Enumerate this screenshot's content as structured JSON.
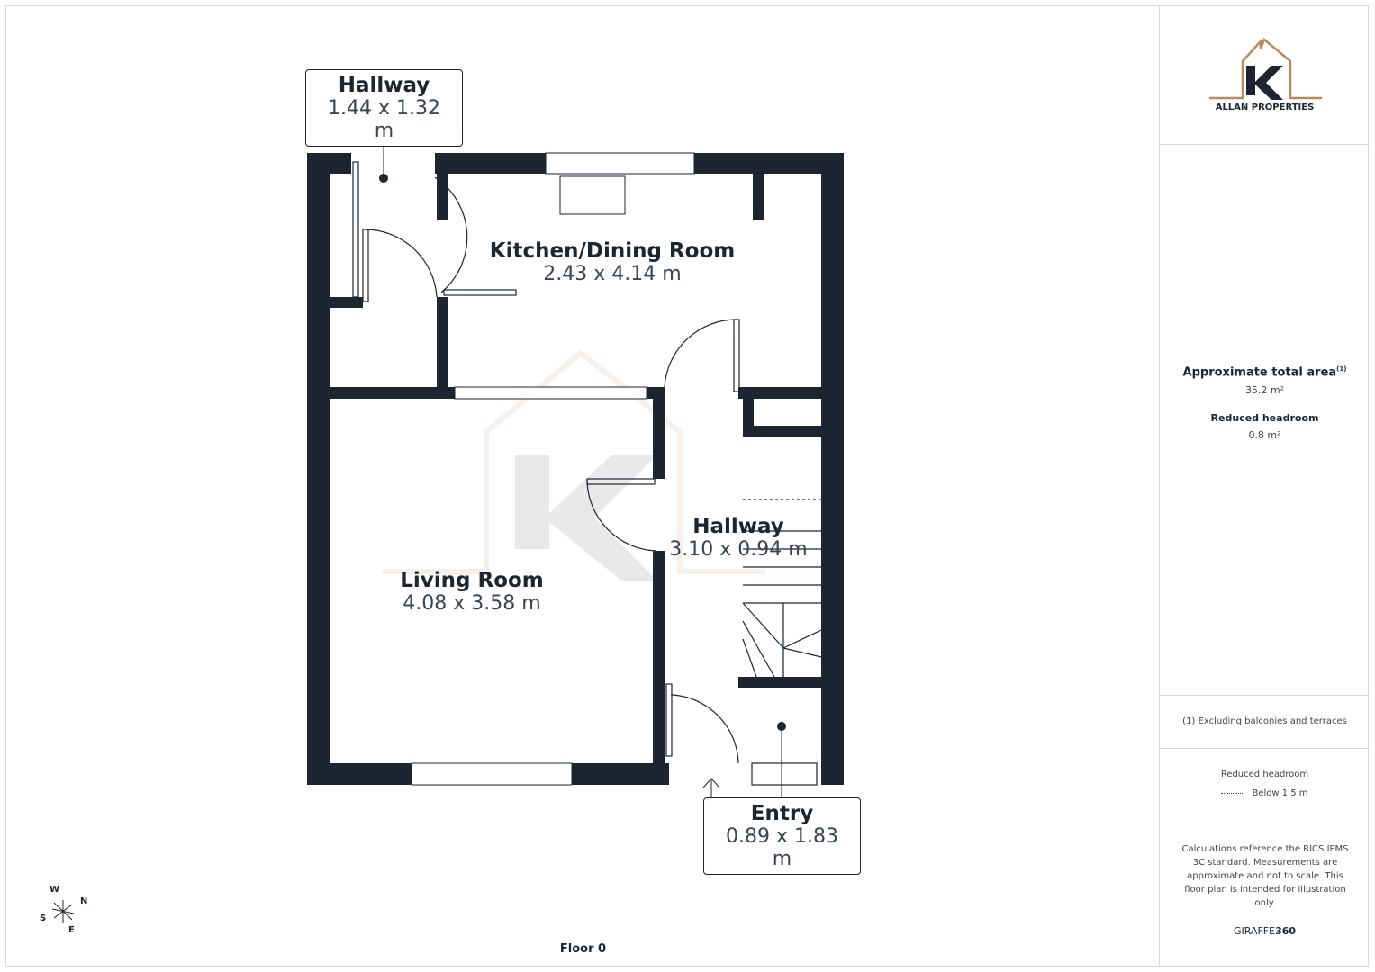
{
  "brand": {
    "name": "ALLAN PROPERTIES",
    "colors": {
      "gold": "#b88a5c",
      "dark": "#1c2530"
    }
  },
  "rooms": [
    {
      "name": "Hallway",
      "dims": "1.44 x 1.32 m"
    },
    {
      "name": "Kitchen/Dining Room",
      "dims": "2.43 x 4.14 m"
    },
    {
      "name": "Hallway",
      "dims": "3.10 x 0.94 m"
    },
    {
      "name": "Living Room",
      "dims": "4.08 x 3.58 m"
    },
    {
      "name": "Entry",
      "dims": "0.89 x 1.83 m"
    }
  ],
  "floor_label": "Floor 0",
  "compass": {
    "w": "W",
    "n": "N",
    "s": "S",
    "e": "E"
  },
  "side": {
    "total_area_label": "Approximate total area",
    "total_area_sup": "(1)",
    "total_area": "35.2 m²",
    "reduced_label": "Reduced headroom",
    "reduced_area": "0.8 m²",
    "footnote": "(1) Excluding balconies and terraces",
    "legend_title": "Reduced headroom",
    "legend_item": "Below 1.5 m",
    "disclaimer": "Calculations reference the RICS IPMS 3C standard. Measurements are approximate and not to scale. This floor plan is intended for illustration only.",
    "credit_a": "GIRAFFE",
    "credit_b": "360"
  }
}
